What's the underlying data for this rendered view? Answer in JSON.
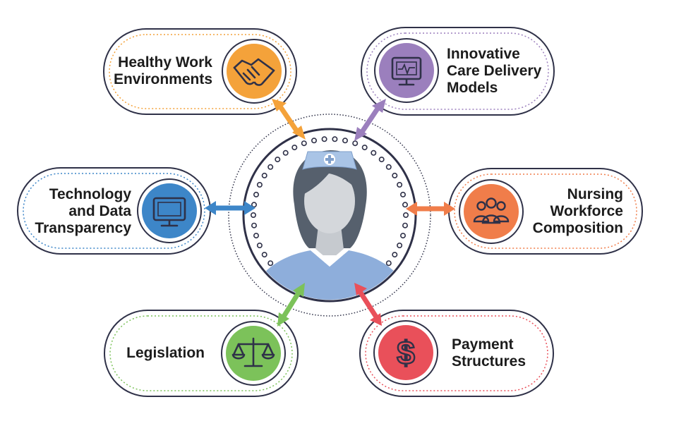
{
  "colors": {
    "outline": "#2f3148",
    "orange": "#f4a23a",
    "purple": "#9b7fbd",
    "blue": "#3d86c8",
    "coral": "#f07d4a",
    "green": "#7cc25a",
    "red": "#e9505a",
    "nurse_hair": "#56606d",
    "nurse_skin": "#d4d7db",
    "nurse_shirt": "#8eaedb",
    "cap": "#a9c4e6"
  },
  "center": {
    "icon": "nurse-icon"
  },
  "nodes": [
    {
      "id": "healthy-work-environments",
      "label": "Healthy Work Environments",
      "icon": "handshake-icon",
      "color": "#f4a23a"
    },
    {
      "id": "innovative-care-delivery-models",
      "label": "Innovative Care Delivery Models",
      "icon": "monitor-pulse-icon",
      "color": "#9b7fbd"
    },
    {
      "id": "technology-and-data-transparency",
      "label": "Technology and Data Transparency",
      "icon": "computer-monitor-icon",
      "color": "#3d86c8"
    },
    {
      "id": "nursing-workforce-composition",
      "label": "Nursing Workforce Composition",
      "icon": "people-group-icon",
      "color": "#f07d4a"
    },
    {
      "id": "legislation",
      "label": "Legislation",
      "icon": "scales-icon",
      "color": "#7cc25a"
    },
    {
      "id": "payment-structures",
      "label": "Payment Structures",
      "icon": "dollar-icon",
      "color": "#e9505a"
    }
  ]
}
